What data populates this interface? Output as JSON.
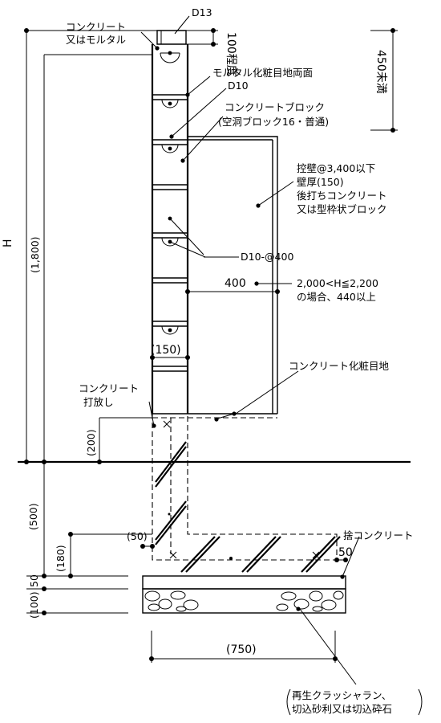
{
  "labels": {
    "d13": "D13",
    "concrete_or_mortar_1": "コンクリート",
    "concrete_or_mortar_2": "又はモルタル",
    "approx_100": "100程度",
    "under_450": "450未満",
    "mortar_joint": "モルタル化粧目地両面",
    "d10": "D10",
    "concrete_block_1": "コンクリートブロック",
    "concrete_block_2": "(空洞ブロック16・普通)",
    "buttress_1": "控壁@3,400以下",
    "buttress_2": "壁厚(150)",
    "buttress_3": "後打ちコンクリート",
    "buttress_4": "又は型枠状ブロック",
    "h_label": "H",
    "h_value": "(1,800)",
    "d10_pitch": "D10-@400",
    "dim_400": "400",
    "cond_1": "2,000<H≦2,200",
    "cond_2": "の場合、440以上",
    "dim_150": "(150)",
    "concrete_joint": "コンクリート化粧目地",
    "exposed_1": "コンクリート",
    "exposed_2": "打放し",
    "dim_200": "(200)",
    "dim_500": "(500)",
    "dim_50a": "(50)",
    "dim_180": "(180)",
    "dim_50b": "50",
    "dim_100": "(100)",
    "dim_50c": "50",
    "lean_concrete": "捨コンクリート",
    "dim_750": "(750)",
    "crusher_1": "再生クラッシャラン、",
    "crusher_2": "切込砂利又は切込砕石"
  }
}
